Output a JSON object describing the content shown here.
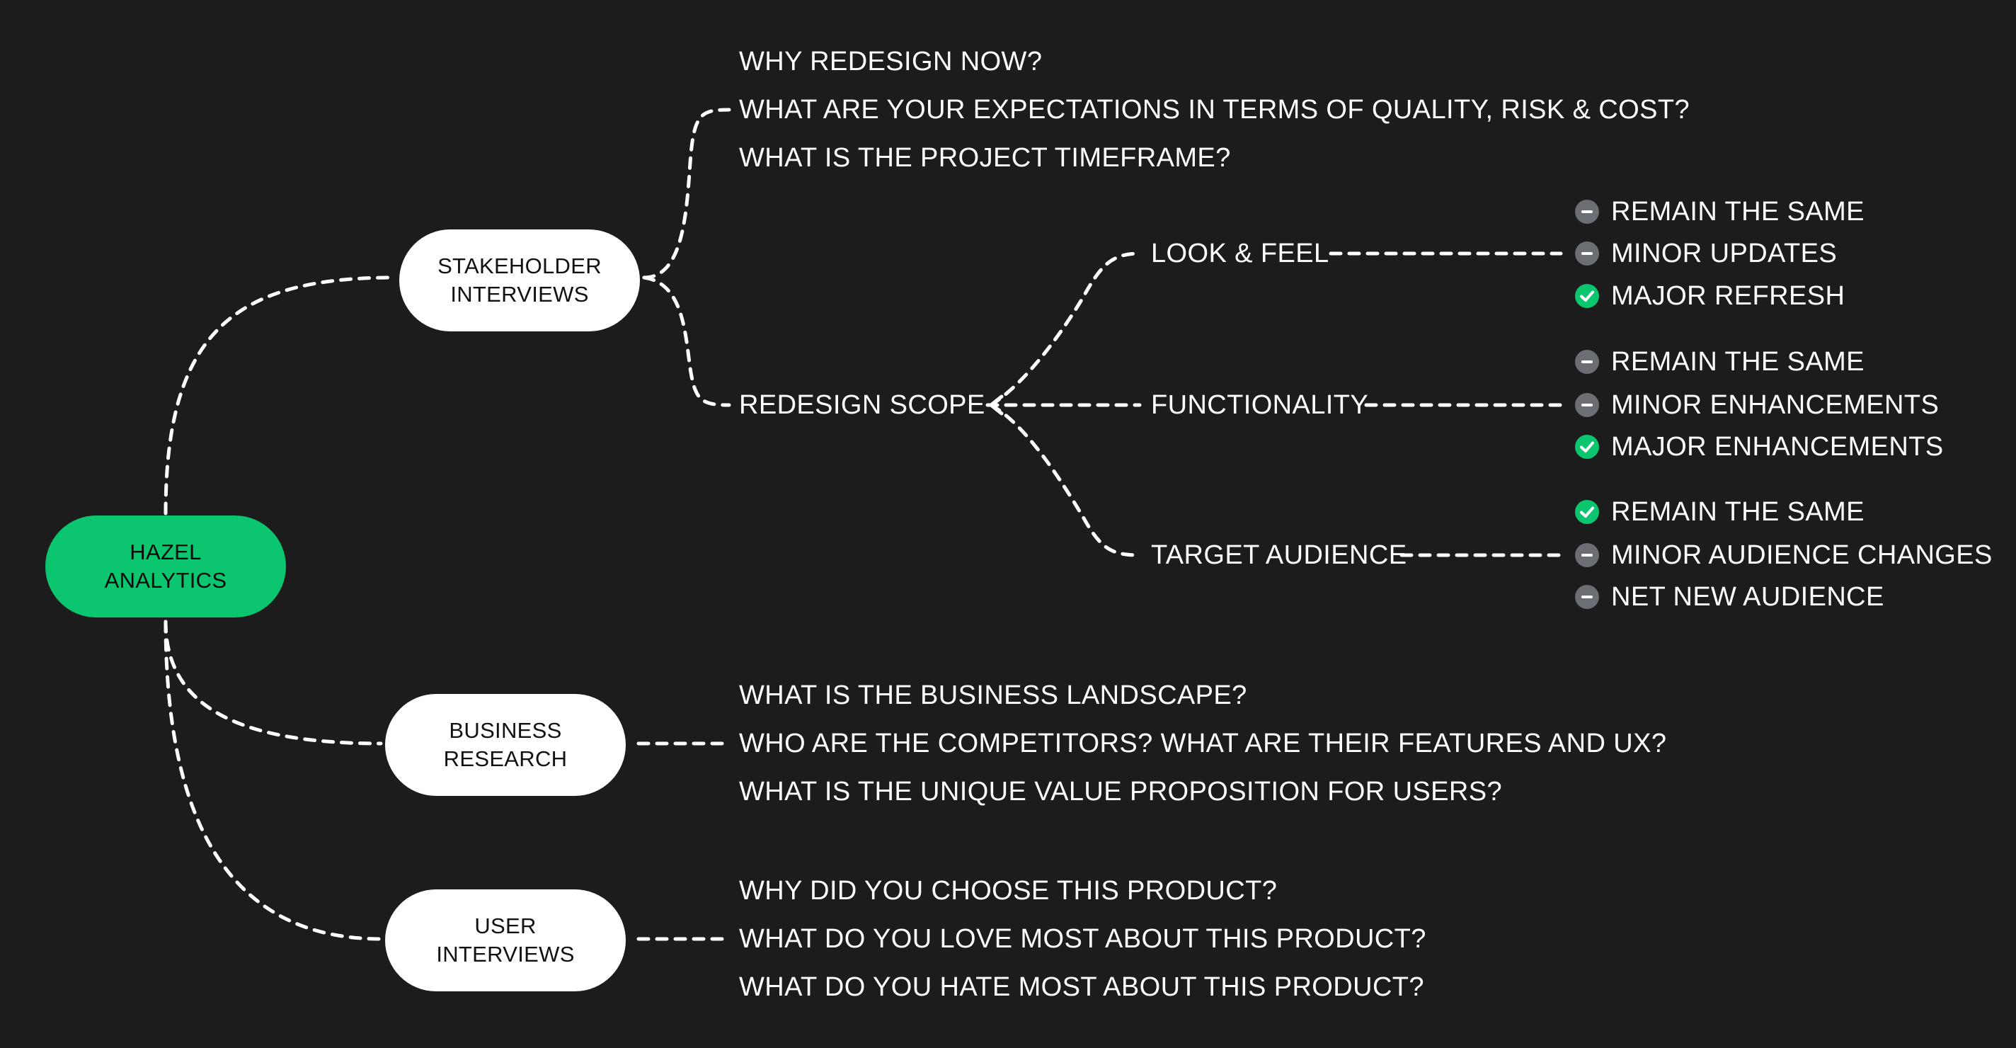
{
  "colors": {
    "background": "#1c1c1c",
    "root_fill": "#0cc56f",
    "node_fill": "#ffffff",
    "connector": "#ffffff",
    "check": "#0cc56f",
    "minus": "#6b6e73"
  },
  "root": {
    "label": "HAZEL\nANALYTICS"
  },
  "branches": {
    "stakeholder": {
      "label": "STAKEHOLDER\nINTERVIEWS",
      "questions": [
        "WHY REDESIGN NOW?",
        "WHAT ARE YOUR EXPECTATIONS IN TERMS OF QUALITY, RISK & COST?",
        "WHAT IS THE PROJECT TIMEFRAME?"
      ],
      "redesign_scope": {
        "label": "REDESIGN SCOPE",
        "aspects": [
          {
            "label": "LOOK & FEEL",
            "options": [
              {
                "label": "REMAIN THE SAME",
                "icon": "minus-icon"
              },
              {
                "label": "MINOR UPDATES",
                "icon": "minus-icon"
              },
              {
                "label": "MAJOR REFRESH",
                "icon": "check-icon"
              }
            ]
          },
          {
            "label": "FUNCTIONALITY",
            "options": [
              {
                "label": "REMAIN THE SAME",
                "icon": "minus-icon"
              },
              {
                "label": "MINOR ENHANCEMENTS",
                "icon": "minus-icon"
              },
              {
                "label": "MAJOR ENHANCEMENTS",
                "icon": "check-icon"
              }
            ]
          },
          {
            "label": "TARGET AUDIENCE",
            "options": [
              {
                "label": "REMAIN THE SAME",
                "icon": "check-icon"
              },
              {
                "label": "MINOR AUDIENCE CHANGES",
                "icon": "minus-icon"
              },
              {
                "label": "NET NEW AUDIENCE",
                "icon": "minus-icon"
              }
            ]
          }
        ]
      }
    },
    "business": {
      "label": "BUSINESS\nRESEARCH",
      "questions": [
        "WHAT IS THE BUSINESS LANDSCAPE?",
        "WHO ARE THE COMPETITORS? WHAT ARE THEIR FEATURES AND UX?",
        "WHAT IS THE UNIQUE VALUE PROPOSITION FOR USERS?"
      ]
    },
    "user": {
      "label": "USER\nINTERVIEWS",
      "questions": [
        "WHY DID YOU CHOOSE THIS PRODUCT?",
        "WHAT DO YOU LOVE MOST ABOUT THIS PRODUCT?",
        "WHAT DO YOU HATE MOST ABOUT THIS PRODUCT?"
      ]
    }
  }
}
